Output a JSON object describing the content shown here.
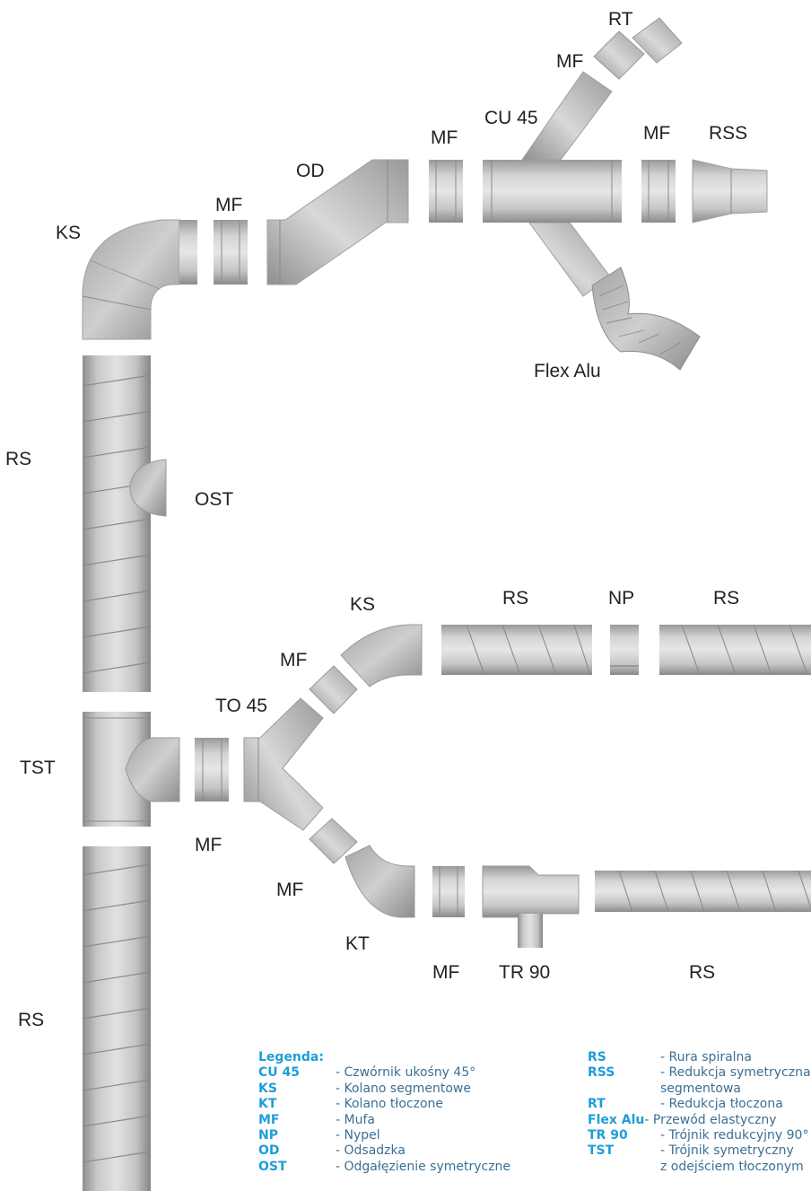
{
  "labels": {
    "rt": "RT",
    "mf_top": "MF",
    "cu45": "CU 45",
    "mf_center": "MF",
    "mf_right": "MF",
    "rss": "RSS",
    "od": "OD",
    "mf_elbow": "MF",
    "ks_top": "KS",
    "flex_alu": "Flex Alu",
    "rs_upper": "RS",
    "ost": "OST",
    "ks_branch": "KS",
    "rs_branch_a": "RS",
    "np": "NP",
    "rs_branch_b": "RS",
    "mf_branch": "MF",
    "to45": "TO 45",
    "tst": "TST",
    "mf_tst": "MF",
    "mf_lower": "MF",
    "kt": "KT",
    "mf_bottom": "MF",
    "tr90": "TR 90",
    "rs_bottom_right": "RS",
    "rs_lower": "RS"
  },
  "legend": {
    "title": "Legenda:",
    "left": [
      {
        "code": "CU 45",
        "desc": "- Czwórnik ukośny 45°"
      },
      {
        "code": "KS",
        "desc": "- Kolano segmentowe"
      },
      {
        "code": "KT",
        "desc": "- Kolano tłoczone"
      },
      {
        "code": "MF",
        "desc": "- Mufa"
      },
      {
        "code": "NP",
        "desc": "- Nypel"
      },
      {
        "code": "OD",
        "desc": "- Odsadzka"
      },
      {
        "code": "OST",
        "desc": "- Odgałęzienie symetryczne"
      }
    ],
    "right": [
      {
        "code": "RS",
        "desc": "- Rura spiralna"
      },
      {
        "code": "RSS",
        "desc": "- Redukcja symetryczna"
      },
      {
        "code": "",
        "desc": "segmentowa"
      },
      {
        "code": "RT",
        "desc": "- Redukcja tłoczona"
      },
      {
        "code": "Flex Alu",
        "desc": "- Przewód elastyczny"
      },
      {
        "code": "TR 90",
        "desc": "- Trójnik redukcyjny 90°"
      },
      {
        "code": "TST",
        "desc": "- Trójnik symetryczny"
      },
      {
        "code": "",
        "desc": "z odejściem tłoczonym"
      }
    ]
  }
}
